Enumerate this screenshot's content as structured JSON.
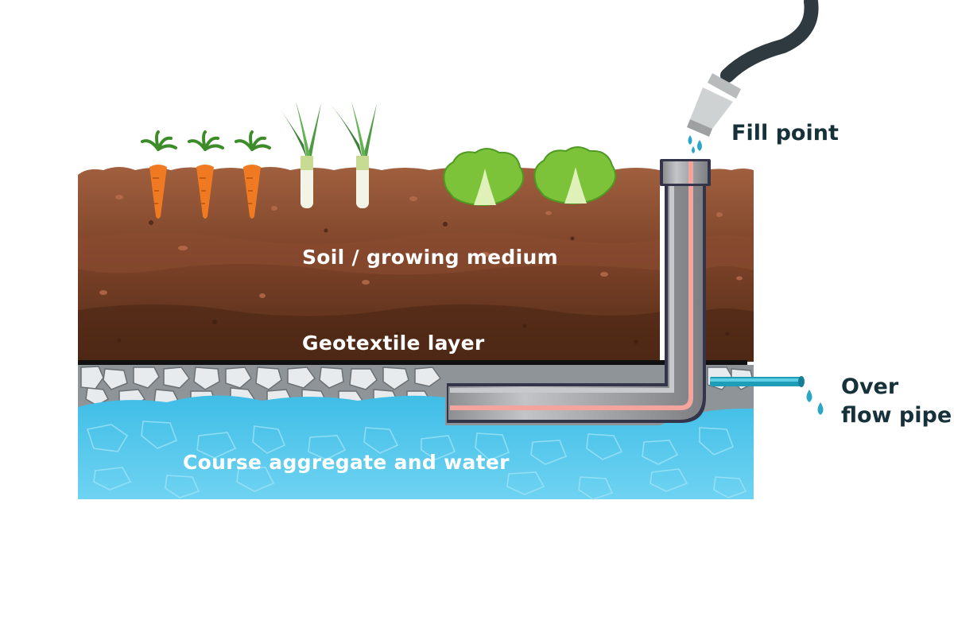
{
  "labels": {
    "soil": "Soil / growing medium",
    "geotextile": "Geotextile layer",
    "aggregate": "Course aggregate and water",
    "fill_point": "Fill point",
    "overflow_line1": "Over",
    "overflow_line2": "flow pipe"
  },
  "colors": {
    "soil_top": "#99583a",
    "soil_mid": "#7a4028",
    "soil_bottom": "#5a3019",
    "geotextile": "#111111",
    "gravel": "#d9dde0",
    "water": "#55c8ec",
    "pipe": "#a9aaad",
    "pipe_stripe": "#f4a19b",
    "overflow_pipe": "#2aa9c4",
    "label_dark": "#17313a",
    "label_light": "#ffffff"
  },
  "icons": [
    "carrot-icon",
    "leek-icon",
    "lettuce-icon",
    "hose-icon",
    "water-drop-icon"
  ]
}
